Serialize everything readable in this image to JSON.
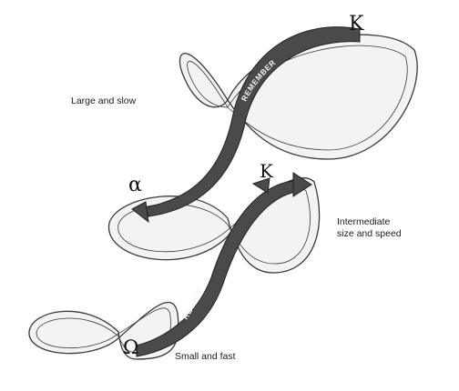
{
  "labels": {
    "large": "Large and slow",
    "intermediate_line1": "Intermediate",
    "intermediate_line2": "size and speed",
    "small": "Small and fast"
  },
  "symbols": {
    "kappa_top": "K",
    "kappa_mid": "K",
    "alpha": "α",
    "omega": "Ω"
  },
  "arrows": {
    "remember": "REMEMBER",
    "revolt": "REVOLT"
  },
  "colors": {
    "ribbon_fill": "#f3f3f1",
    "ribbon_stroke": "#3a3a3a",
    "arrow_fill": "#4a4a4a",
    "arrow_stroke": "#222222"
  }
}
